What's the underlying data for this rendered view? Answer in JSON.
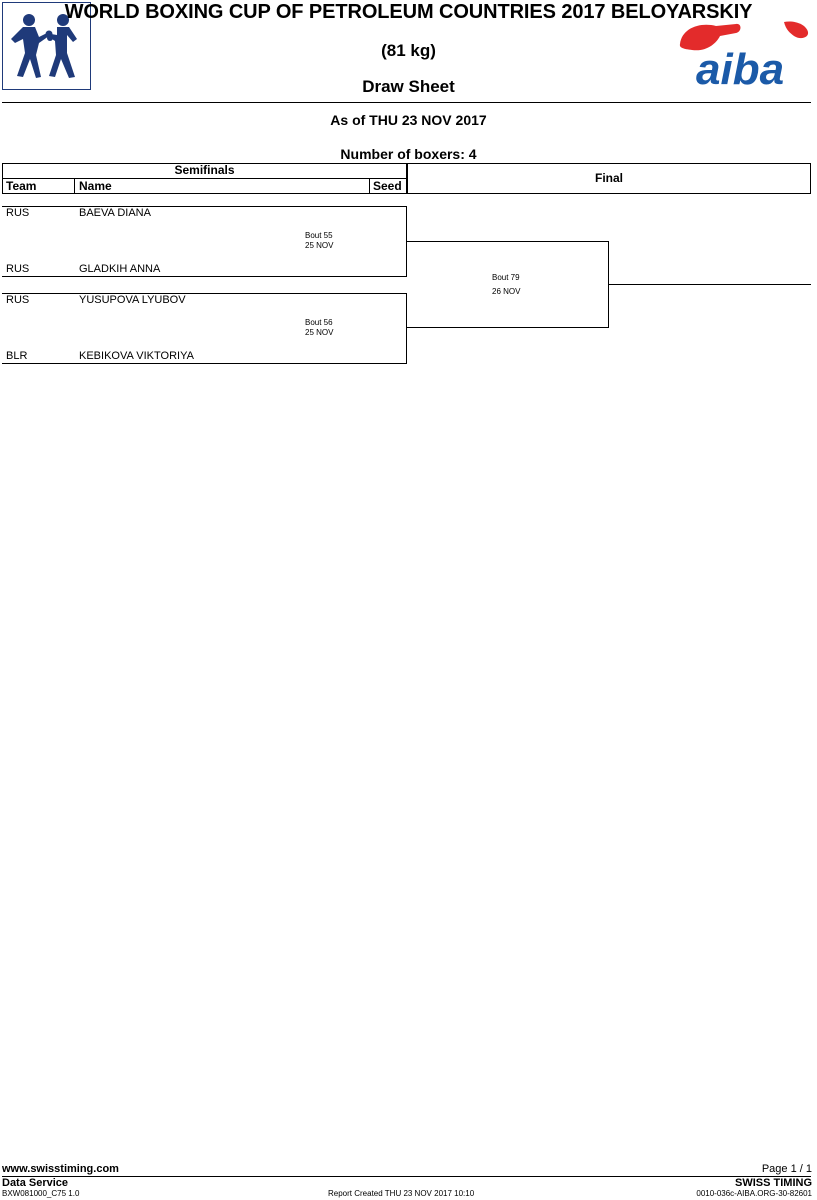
{
  "header": {
    "event_title": "WORLD BOXING CUP OF PETROLEUM COUNTRIES 2017 BELOYARSKIY",
    "weight_class": "(81 kg)",
    "doc_title": "Draw Sheet",
    "as_of": "As of THU 23 NOV 2017",
    "number_of_boxers": "Number of boxers: 4",
    "logo_right_text": "aiba"
  },
  "table_header": {
    "semifinals_label": "Semifinals",
    "col_team": "Team",
    "col_name": "Name",
    "col_seed": "Seed",
    "final_label": "Final"
  },
  "semifinals": [
    {
      "bout_label": "Bout  55",
      "bout_date": "25 NOV",
      "red": {
        "team": "RUS",
        "name": "BAEVA DIANA"
      },
      "blue": {
        "team": "RUS",
        "name": "GLADKIH ANNA"
      }
    },
    {
      "bout_label": "Bout  56",
      "bout_date": "25 NOV",
      "red": {
        "team": "RUS",
        "name": "YUSUPOVA LYUBOV"
      },
      "blue": {
        "team": "BLR",
        "name": "KEBIKOVA VIKTORIYA"
      }
    }
  ],
  "final": {
    "bout_label": "Bout  79",
    "bout_date": "26 NOV"
  },
  "footer": {
    "url": "www.swisstiming.com",
    "page": "Page 1 / 1",
    "data_service": "Data Service",
    "swiss_timing": "SWISS TIMING",
    "report_code": "BXW081000_C75 1.0",
    "report_created": "Report Created  THU 23 NOV 2017 10:10",
    "ref_code": "0010-036c-AIBA.ORG-30-82601"
  },
  "colors": {
    "aiba_blue": "#1b5aa8",
    "aiba_red": "#e32b2b",
    "logo_navy": "#1f3a7a"
  }
}
